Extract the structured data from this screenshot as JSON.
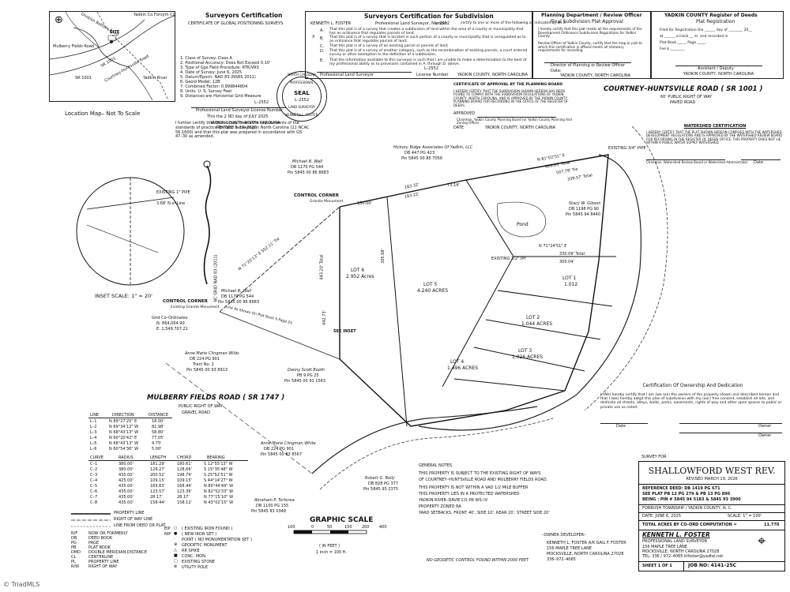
{
  "location_map": {
    "labels": [
      "Yadkin Co.",
      "Forsyth Co.",
      "Division Bottom Road",
      "Mulberry Fields Road",
      "SR 1001",
      "Courtney-Huntsville Road",
      "SITE",
      "Yadkin River",
      "SR 1001"
    ],
    "caption": "Location Map–  Not To Scale"
  },
  "surveyor_cert": {
    "title": "Surveyors Certification",
    "subtitle": "CERTIFICATE OF GLOBAL POSITIONING SURVEYS",
    "items": [
      "1. Class of Survey: Class A",
      "2. Positional Accuracy: Does Not Exceed 0.10'",
      "3. Type of Gps Field Procedure: RTK/VRS",
      "4. Date of Survey: June 6, 2025",
      "5. Datum/Epoch: NAD 83 (NSRS 2011)",
      "6. Geoid Model: 12B",
      "7. Combined Factor: 0.999844804",
      "8. Units: U. S. Survey Feet",
      "9. Distances are Horizontal Grid Measure"
    ],
    "license": "L–2552",
    "license_caption": "Professional Land Surveyor   License Number",
    "date_line": "This the  2 ND   day of  JULY   2025",
    "county_line": "YADKIN COUNTY–NORTH CAROLINA",
    "revised": "REVISED  3–19–2026",
    "footer": "I further certify that this survey meets the requirements of the standards of practice for land surveying in North Carolina (21 NCAC 56.1600) and that this plat was prepared in accordance with GS 47–30 as amended."
  },
  "seal": {
    "state": "NORTH CAROLINA",
    "profession": "PROFESSIONAL",
    "word": "SEAL",
    "number": "L–2552",
    "role": "LAND SURVEYOR",
    "name": "KENNETH L. FOSTER"
  },
  "subdivision_cert": {
    "title": "Surveyors Certification for Subdivision",
    "name": "KENNETH L. FOSTER",
    "license_prefix": "Professional Land Surveyor,  Number",
    "license_no": "L–2552",
    "certify": "certify to one or more of the following as indicated by an X:",
    "items": [
      {
        "letter": "A.",
        "text": "That this plat is of a survey that creates a subdivision of land within the area of a county or municipality that has an ordinance that regulates parcels of land;"
      },
      {
        "letter": "B.",
        "text": "That this plat is of a survey that is located in such portion of a county or municipality that is unregulated as to an ordinance that regulates parcels of land;"
      },
      {
        "letter": "C.",
        "text": "That this plat is of a survey of an existing parcel or parcels of land;"
      },
      {
        "letter": "D.",
        "text": "That this plat is of a survey of another category, such as the recombination of existing parcels, a court ordered survey or other exemption to the definition of a subdivision."
      },
      {
        "letter": "E.",
        "text": "That the information available to this surveyor is such that I am unable to make a determination to the best of my professional ability as to provisions contained in A. through D. above."
      }
    ],
    "mark": "X",
    "sig_caption": "Professional Land Surveyor",
    "lic_caption": "License Number",
    "lic_value": "L–2552",
    "county": "YADKIN COUNTY, NORTH CAROLINA"
  },
  "planning": {
    "title": "Planning Department / Review Officer",
    "subtitle": "Final Subdivision Plat Approval",
    "body": "I hereby certify that this plat meets all the requirements of the Development Ordinance Subdivision Regulations for Yadkin County.",
    "review": "Review Officer of Yadkin County, certify that the map or plat to which this certification is affixed meets all statutory requirements for recording.",
    "sig_caption": "Director of Planning or Review Officer",
    "date_line": "Date:",
    "county": "YADKIN COUNTY, NORTH CAROLINA"
  },
  "register": {
    "title": "YADKIN COUNTY Register of Deeds",
    "subtitle": "Plat Registration",
    "lines": [
      "Filed for Registration the ______ day of ________ 20__",
      "at ______ o'clock __ m. and recorded in",
      "Plat Book _____ Page _____",
      "Fee $ ________"
    ],
    "sig_caption": "Assistant / Deputy",
    "county": "YADKIN COUNTY, NORTH CAROLINA"
  },
  "approval": {
    "title": "CERTIFICATE OF APPROVAL BY THE PLANNING BOARD",
    "body": "I HEREBY CERTIFY THAT THE SUBDIVISION SHOWN HEREON HAS BEEN FOUND TO COMPLY WITH THE SUBDIVISION REGULATIONS OF YADKIN COUNTY, NORTH CAROLINA, AND IS APPROVED BY THE YADKIN COUNTY PLANNING BOARD FOR RECORDING IN THE OFFICE OF THE REGISTER OF DEEDS.",
    "approved_label": "APPROVED",
    "sig1": "Chairman, Yadkin County Planning Board (or Yadkin County Planning And Zoning Office)",
    "date_label": "DATE",
    "county": "YADKIN COUNTY, NORTH CAROLINA"
  },
  "watershed": {
    "title": "WATERSHED CERTIFICATION",
    "body": "I HEREBY CERTIFY THAT THE PLAT SHOWN HEREON COMPLIES WITH THE WATERSHED DEVELOPMENT REGULATIONS AND IS APPROVED BY THE WATERSHED REVIEW BOARD FOR RECORDING IN THE REGISTER OF DEEDS OFFICE. THIS PROPERTY DOES NOT LIE WITHIN A PUBLIC WATER SUPPLY WATERSHED.",
    "sig": "Chairman, Watershed Review Board or Watershed Administrator",
    "date": "Date"
  },
  "ownership": {
    "title": "Certification Of Ownership And Dedication",
    "body": "I (We) hereby certify that I am (we are) the owners of the property shown and described hereon and that I (we) hereby adopt this plan of subdivision with my (our) free consent, establish all lots, and dedicate all streets, alleys, walks, parks, easements, rights of way and other open spaces to public or private use as noted.",
    "date_label": "Date",
    "owner_label": "Owner",
    "owner_label2": "Owner"
  },
  "roads": {
    "courtney": "COURTNEY–HUNTSVILLE ROAD ( SR 1001 )",
    "courtney_sub1": "60' PUBLIC RIGHT OF WAY",
    "courtney_sub2": "PAVED ROAD",
    "mulberry": "MULBERRY FIELDS ROAD ( SR 1747 )",
    "mulberry_sub1": "PUBLIC RIGHT OF WAY",
    "mulberry_sub2": "GRAVEL ROAD"
  },
  "lots": [
    {
      "name": "LOT 6",
      "area": "2.952 Acres"
    },
    {
      "name": "LOT 5",
      "area": "4.240 ACRES"
    },
    {
      "name": "LOT 4",
      "area": "1.496 ACRES"
    },
    {
      "name": "LOT 3",
      "area": "1.026 ACRES"
    },
    {
      "name": "LOT 2",
      "area": "1.044 ACRES"
    },
    {
      "name": "LOT 1",
      "area": "1.012"
    }
  ],
  "neighbors": [
    "Hickory Ridge Associates Of Yadkin, LLC",
    "DB 447 PG 423",
    "Pin 5845 00 85 7056",
    "Michael B. Wall",
    "DB 1170 PG 544",
    "Pin 5845 00 86 8683",
    "Stacy W. Gibson",
    "DB 1198 PG 90",
    "Pin 5845 94 8440",
    "Anne Marie Clingman Wilds",
    "DB 224 PG 901",
    "Tract No. 2",
    "Pin 5845 00 93 8913",
    "Danny Scott Booth",
    "PB 9 PG 25",
    "Pin 5845 00 91 1563",
    "Robert G. Boily",
    "DB 828 PG 377",
    "Pin 5845 93 2375",
    "Abraham P. Tortorea",
    "DB 1100 PG 155",
    "Pin 5845 83 0348",
    "Michael B. Wall",
    "DB 1170 PG 544",
    "Pin 5845 00 86 8683",
    "Anne Marie Clingman White",
    "DB 224 PG 901",
    "Pin 5845 00 83 8567"
  ],
  "labels": {
    "control_corner": "CONTROL CORNER",
    "control_sub": "Granite Monument",
    "control_corner2": "CONTROL CORNER",
    "control_sub2": "Existing Granite Monument",
    "grid": "Grid Co–Ordinates",
    "grid_n": "N: 864,064.90",
    "grid_e": "E: 1,549,707.21",
    "see_inset": "SEE INSET",
    "inset_scale": "INSET SCALE:   1\" = 20'",
    "pond": "Pond",
    "hereby": "Line As Shown On Plat Book 9 Page 25",
    "ex_pipe": "EXISTING 1\" PIPE",
    "ex_pipe_sub": "3.68' N of Line",
    "nc_grid": "NC GRID NAD 83 (2011)",
    "tie": "N 71°20'13\" E  552.11' Tie",
    "ex_pipe2": "EXISTING 3/4\" PIPE",
    "ex_pipe3": "EXISTING 1/2\" IPF",
    "total1": "330.09' Total",
    "total2": "300.04'",
    "bearing1": "N 71°24'51\" E",
    "bearing2": "N 81°02'51\" E",
    "dist1": "826.03' Total",
    "dist2": "507.78' Tie",
    "dist3": "339.57' Total",
    "dist4": "150.00'",
    "dist5": "183.32'",
    "dist6": "183.22'",
    "dist7": "73.14'",
    "dist8": "442.73'",
    "dist9": "443.20' Total",
    "dist10": "305.68'"
  },
  "line_table": {
    "headers": [
      "LINE",
      "DIRECTION",
      "DISTANCE"
    ],
    "rows": [
      [
        "L–1",
        "N 89°27'25\" E",
        "18.00'"
      ],
      [
        "L–2",
        "N 69°34'12\" W",
        "82.98'"
      ],
      [
        "L–3",
        "N 68°43'13\" W",
        "58.80'"
      ],
      [
        "L–4",
        "N 60°20'42\" E",
        "77.05'"
      ],
      [
        "L–5",
        "N 68°43'13\" W",
        "4.75'"
      ],
      [
        "L–6",
        "N 60°54'36\" W",
        "5.00'"
      ]
    ]
  },
  "curve_table": {
    "headers": [
      "CURVE",
      "RADIUS",
      "LENGTH",
      "CHORD",
      "BEARING"
    ],
    "rows": [
      [
        "C–1",
        "380.00'",
        "181.29'",
        "180.61'",
        "S 12°55'13\" W"
      ],
      [
        "C–2",
        "380.00'",
        "129.27'",
        "128.66'",
        "S 15°35'48\" W"
      ],
      [
        "C–3",
        "435.00'",
        "200.52'",
        "198.74'",
        "S 25°52'51\" W"
      ],
      [
        "C–4",
        "425.00'",
        "109.15'",
        "109.15'",
        "S 44°14'27\" W"
      ],
      [
        "C–5",
        "435.00'",
        "169.63'",
        "168.44'",
        "N 80°44'49\" W"
      ],
      [
        "C–6",
        "435.00'",
        "123.57'",
        "123.36'",
        "N 82°52'33\" W"
      ],
      [
        "C–7",
        "435.00'",
        "28.17'",
        "28.17'",
        "N 77°15'10\" W"
      ],
      [
        "C–8",
        "435.00'",
        "158.44'",
        "158.12'",
        "N 43°02'15\" W"
      ]
    ]
  },
  "legend": {
    "lines": [
      "PROPERTY LINE",
      "RIGHT OF WAY LINE",
      "LINE FROM DEED OR PLAT"
    ],
    "abbrev": [
      [
        "N/F",
        "NOW OR FORMERLY"
      ],
      [
        "DB",
        "DEED BOOK"
      ],
      [
        "PG",
        "PAGE"
      ],
      [
        "PB",
        "PLAT BOOK"
      ],
      [
        "DMD",
        "DOUBLE MERIDIAN DISTANCE"
      ],
      [
        "CL",
        "CENTERLINE"
      ],
      [
        "PL",
        "PROPERTY LINE"
      ],
      [
        "R/W",
        "RIGHT OF WAY"
      ]
    ],
    "symbols": [
      [
        "EIP",
        "( EXISTING IRON FOUND )"
      ],
      [
        "NIP",
        "( NEW IRON SET )"
      ],
      [
        "",
        "POINT ( NO MONUMENTATION SET )"
      ],
      [
        "",
        "GEODETIC MONUMENT"
      ],
      [
        "",
        "RR SPIKE"
      ],
      [
        "",
        "CONC. MON."
      ],
      [
        "",
        "EXISTING STONE"
      ],
      [
        "",
        "UTILITY POLE"
      ]
    ]
  },
  "graphic_scale": {
    "title": "GRAPHIC SCALE",
    "ticks": [
      "100",
      "0",
      "50",
      "100",
      "200",
      "400"
    ],
    "unit": "( IN FEET )",
    "ratio": "1 inch = 100 ft."
  },
  "general_notes": {
    "title": "GENERAL NOTES",
    "lines": [
      "THIS PROPERTY IS SUBJECT TO THE EXISTING RIGHT OF WAYS",
      "OF COURTNEY–HUNTSVILLE ROAD AND MULBERRY FIELDS ROAD.",
      "THIS PROPERTY IS NOT WITHIN A VAD 1/2 MILE BUFFER",
      "THIS PROPERTY LIES IN A PROTECTED WATERSHED",
      "YADKIN RIVER–DAVIE CO–PA WS–IV",
      "PROPERTY ZONED RA",
      "YARD SETBACKS, FRONT 40', SIDE 10', REAR 20', STREET SIDE 20'"
    ],
    "geodetic": "NO GEODETIC CONTROL FOUND WITHIN 2000 FEET"
  },
  "owner_dev": {
    "title": "–OWNER DEVELOPER–",
    "lines": [
      "KENNETH L. FOSTER A/K GAIL F. FOSTER",
      "156 MAPLE TREE LANE",
      "MOCKSVILLE, NORTH CAROLINA  27028",
      "336–972–4065"
    ]
  },
  "title_block": {
    "survey_for": "SURVEY FOR",
    "name": "SHALLOWFORD WEST REV.",
    "revised": "REVISED MARCH 19, 2026",
    "refs": [
      "REFERENCE DEED:  DB 1419 PG 671",
      "SEE PLAT PB 12 PG 279 & PB 13 PG 896",
      "BEING : PIN # 5845 94 5183 & 5845 93 3900"
    ],
    "township": "FORBUSH TOWNSHIP / YADKIN COUNTY, N. C.",
    "date": "DATE:   JUNE 6, 2025",
    "scale": "SCALE:   1\" = 100'",
    "total": "TOTAL ACRES BY CO–ORD COMPUTATION =",
    "total_value": "11.770",
    "firm": "KENNETH L. FOSTER",
    "firm_sub": "PROFESSIONAL LAND SURVEYOR",
    "address1": "156 MAPLE TREE LANE",
    "address2": "MOCKSVILLE, NORTH CAROLINA 27028",
    "contact": "TEL: 336 / 972–4065    klfoster@yadtel.net",
    "sheet": "SHEET 1 OF 1",
    "job": "JOB NO:  4141–25C"
  },
  "watermark": "© TriadMLS"
}
